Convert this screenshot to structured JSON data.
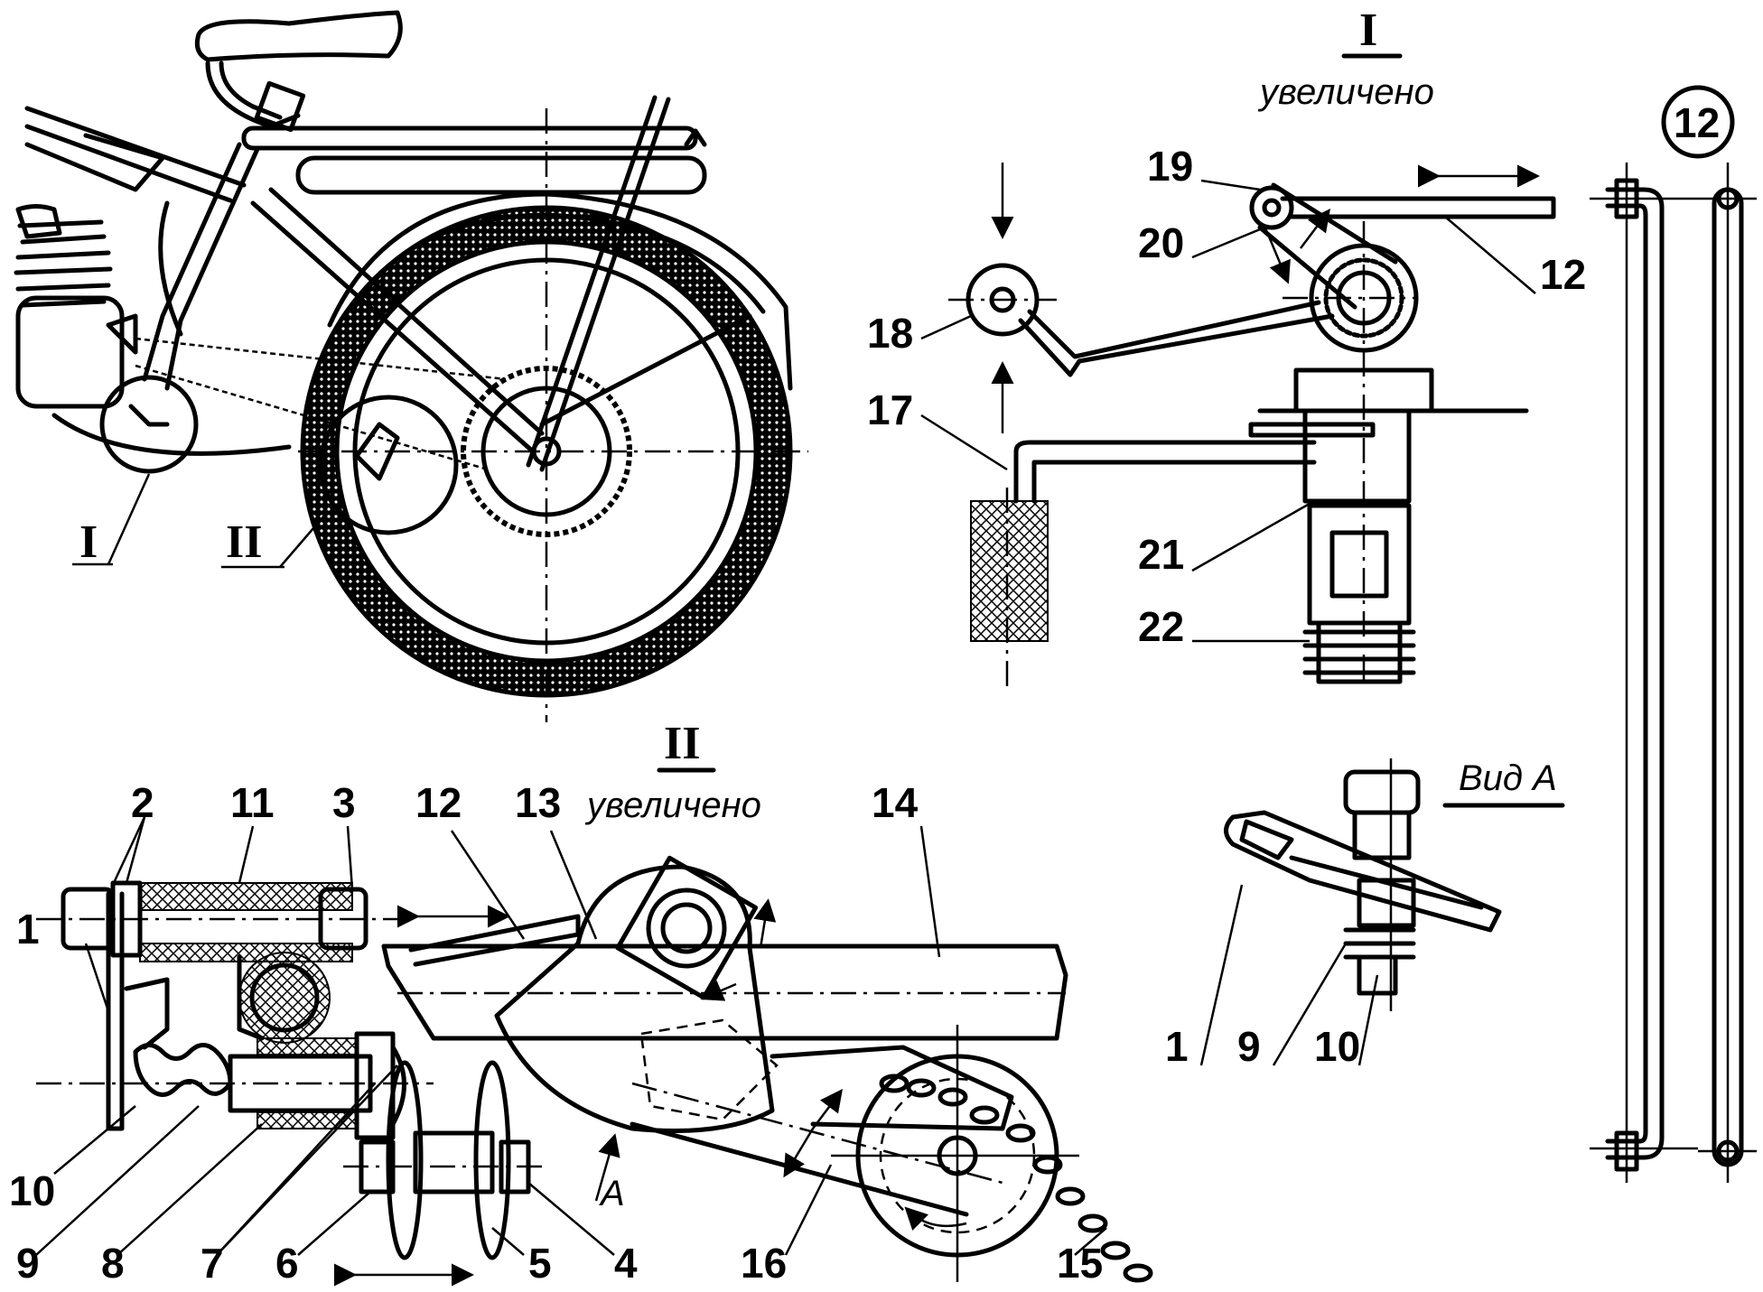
{
  "views": {
    "view_I_roman": "I",
    "view_I_caption": "увеличено",
    "view_II_roman": "II",
    "view_II_caption": "увеличено",
    "view_A_caption": "Вид А",
    "part_badge": "12"
  },
  "overview": {
    "callout_I": "I",
    "callout_II": "II"
  },
  "detail_II_labels": [
    "1",
    "2",
    "11",
    "3",
    "12",
    "13",
    "14",
    "10",
    "9",
    "8",
    "7",
    "6",
    "5",
    "4",
    "16",
    "15",
    "А"
  ],
  "detail_I_labels": [
    "19",
    "20",
    "12",
    "18",
    "17",
    "21",
    "22"
  ],
  "view_A_labels": [
    "1",
    "9",
    "10"
  ]
}
